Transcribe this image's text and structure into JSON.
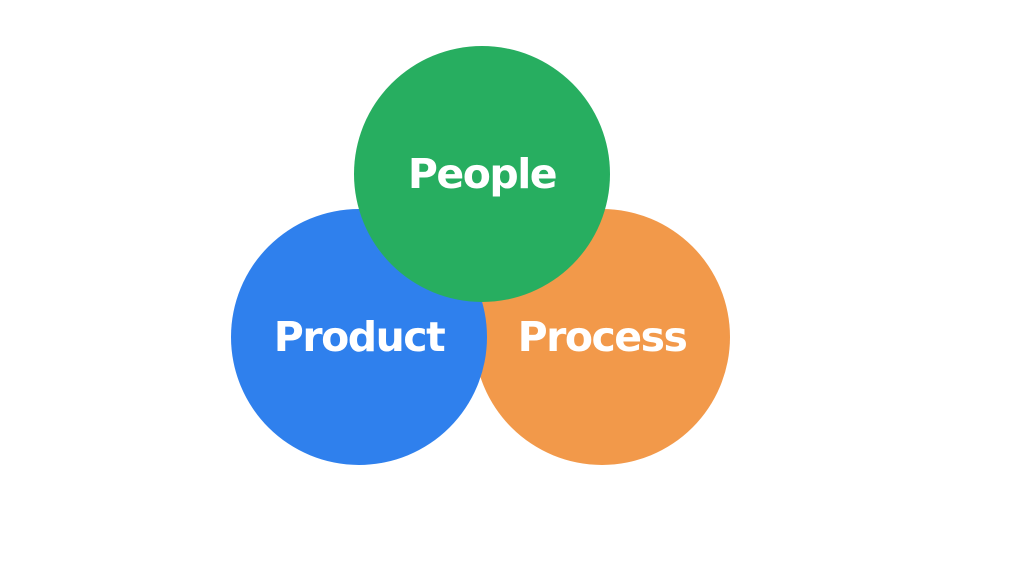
{
  "circles": {
    "people": {
      "label": "People",
      "color": "#27AE60"
    },
    "product": {
      "label": "Product",
      "color": "#2F80ED"
    },
    "process": {
      "label": "Process",
      "color": "#F2994A"
    }
  }
}
